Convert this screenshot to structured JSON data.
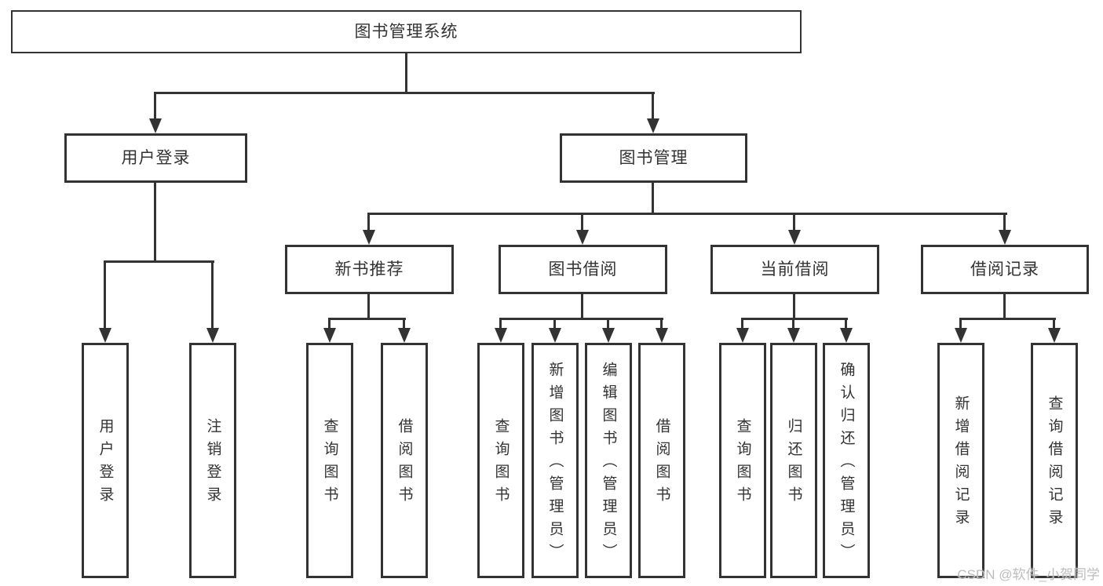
{
  "diagram": {
    "type": "hierarchy-tree",
    "root": {
      "label": "图书管理系统",
      "children": [
        {
          "label": "用户登录",
          "children": [
            {
              "label": "用户登录"
            },
            {
              "label": "注销登录"
            }
          ]
        },
        {
          "label": "图书管理",
          "children": [
            {
              "label": "新书推荐",
              "children": [
                {
                  "label": "查询图书"
                },
                {
                  "label": "借阅图书"
                }
              ]
            },
            {
              "label": "图书借阅",
              "children": [
                {
                  "label": "查询图书"
                },
                {
                  "label": "新增图书（管理员）"
                },
                {
                  "label": "编辑图书（管理员）"
                },
                {
                  "label": "借阅图书"
                }
              ]
            },
            {
              "label": "当前借阅",
              "children": [
                {
                  "label": "查询图书"
                },
                {
                  "label": "归还图书"
                },
                {
                  "label": "确认归还（管理员）"
                }
              ]
            },
            {
              "label": "借阅记录",
              "children": [
                {
                  "label": "新增借阅记录"
                },
                {
                  "label": "查询借阅记录"
                }
              ]
            }
          ]
        }
      ]
    }
  },
  "watermark": {
    "text": "CSDN @软件_小贺同学"
  },
  "colors": {
    "line": "#333333",
    "box_border": "#333333",
    "text": "#333333",
    "background": "#ffffff",
    "watermark": "#bdbdbd"
  }
}
